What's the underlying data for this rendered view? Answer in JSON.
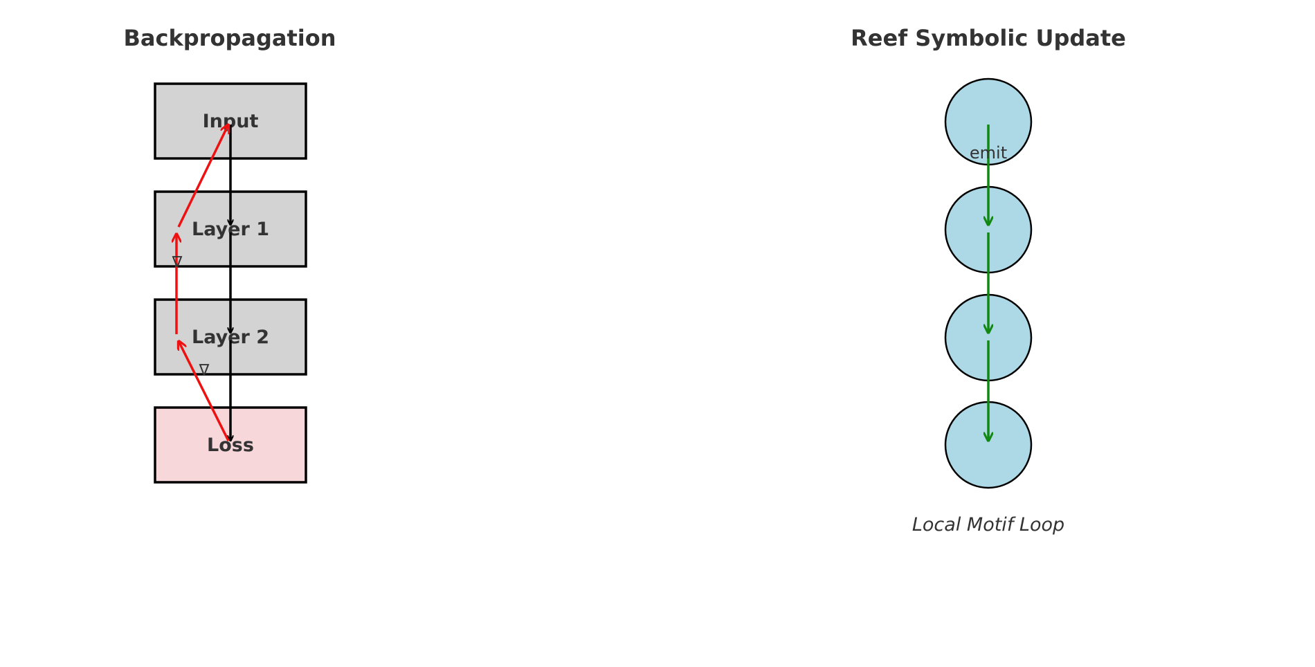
{
  "backprop": {
    "title": "Backpropagation",
    "layers": [
      {
        "label": "Input",
        "fill": "#d3d3d3"
      },
      {
        "label": "Layer 1",
        "fill": "#d3d3d3"
      },
      {
        "label": "Layer 2",
        "fill": "#d3d3d3"
      },
      {
        "label": "Loss",
        "fill": "#f8d7da"
      }
    ],
    "gradient_symbol": "∇",
    "forward_color": "#000000",
    "backward_color": "#ee1111"
  },
  "reef": {
    "title": "Reef Symbolic Update",
    "node_fill": "#add8e6",
    "arrow_color": "#118811",
    "emit_label": "emit",
    "caption": "Local Motif Loop"
  }
}
